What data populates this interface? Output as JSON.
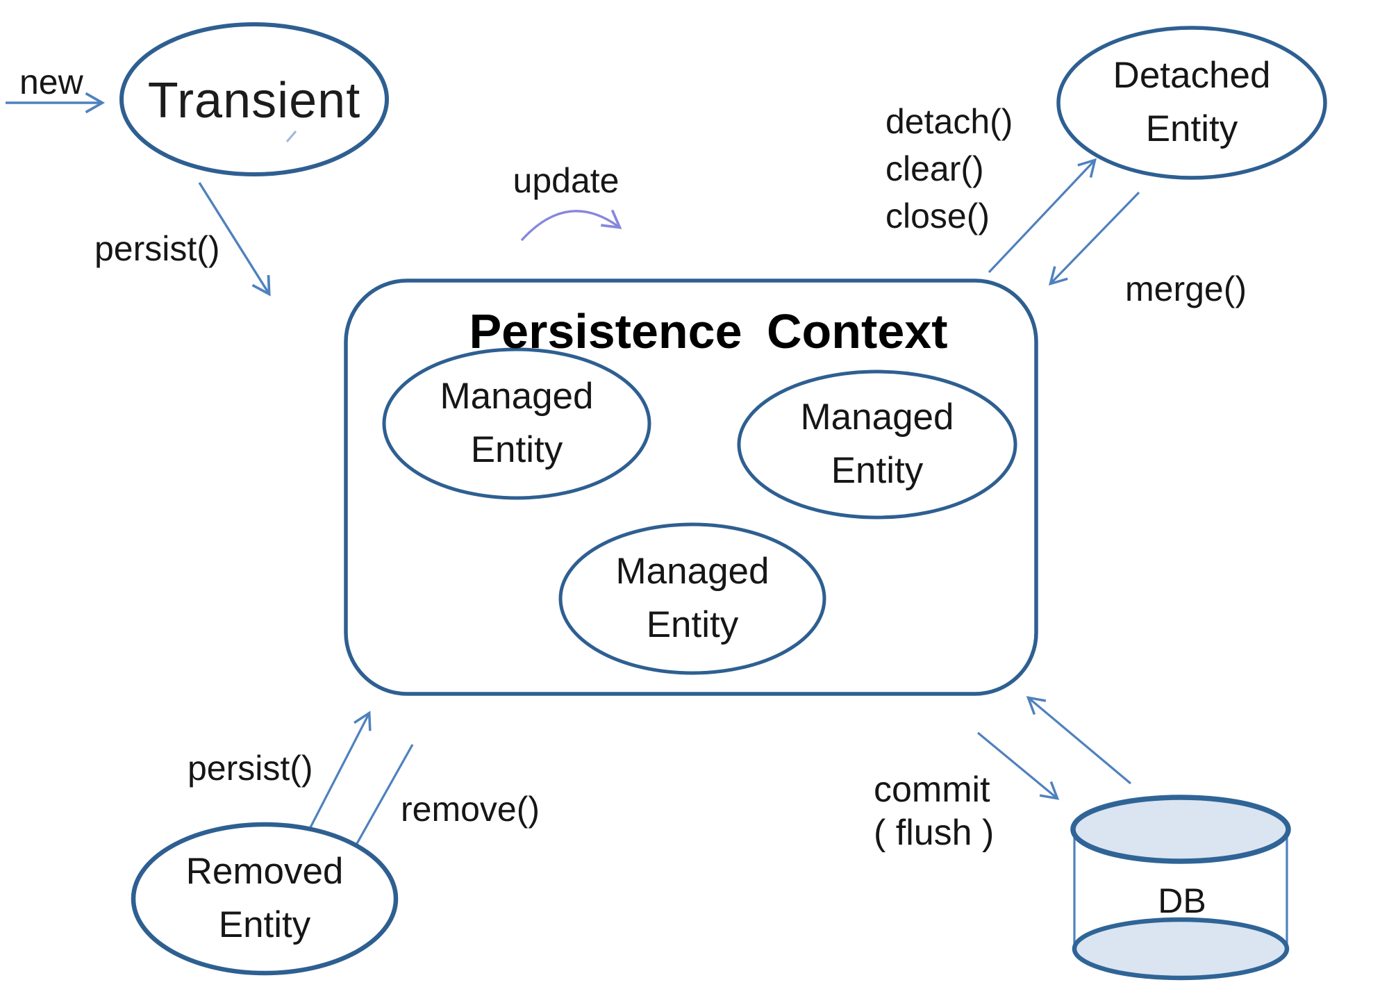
{
  "diagram": {
    "title": "Persistence Context",
    "nodes": {
      "transient": "Transient",
      "managed_1": "Managed\nEntity",
      "managed_2": "Managed\nEntity",
      "managed_3": "Managed\nEntity",
      "detached": "Detached\nEntity",
      "removed": "Removed\nEntity",
      "db": "DB"
    },
    "labels": {
      "new": "new",
      "persist_top": "persist()",
      "update": "update",
      "detach_group": "detach()\nclear()\nclose()",
      "merge": "merge()",
      "persist_bottom": "persist()",
      "remove": "remove()",
      "commit": "commit\n( flush )"
    },
    "colors": {
      "node_stroke": "#2e5f91",
      "arrow_blue": "#4f81bd",
      "arrow_update_purple": "#8787dd",
      "cylinder_fill": "#dbe4f1",
      "title_text": "#000000",
      "label_text": "#161616"
    }
  }
}
